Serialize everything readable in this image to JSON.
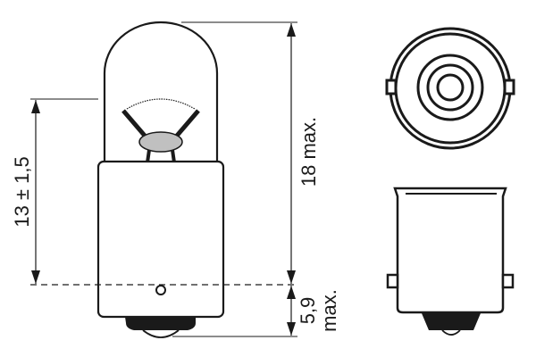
{
  "diagram": {
    "subject": "miniature bulb with bayonet base",
    "colors": {
      "line": "#1a1a1a",
      "filament_bead": "#c0c0c0",
      "background": "#ffffff"
    },
    "views": [
      {
        "name": "side-view",
        "label": ""
      },
      {
        "name": "bottom-view",
        "label": ""
      },
      {
        "name": "base-side-view",
        "label": ""
      }
    ],
    "dimensions": {
      "height_13": {
        "label": "13 ± 1,5"
      },
      "height_18": {
        "label": "18 max."
      },
      "contact_59": {
        "value": "5,9",
        "qualifier": "max."
      }
    }
  }
}
